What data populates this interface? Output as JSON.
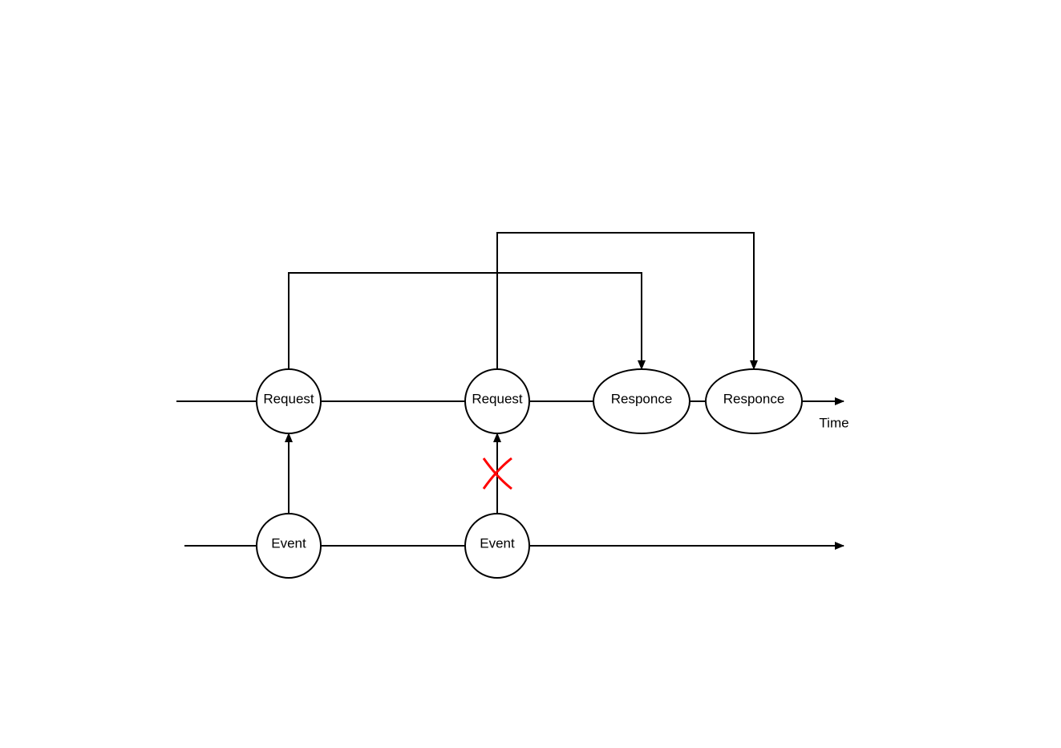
{
  "nodes": {
    "request_1": {
      "label": "Request"
    },
    "request_2": {
      "label": "Request"
    },
    "responce_1": {
      "label": "Responce"
    },
    "responce_2": {
      "label": "Responce"
    },
    "event_1": {
      "label": "Event"
    },
    "event_2": {
      "label": "Event"
    }
  },
  "axis": {
    "time_label": "Time"
  },
  "edges": [
    {
      "from": "event_1",
      "to": "request_1",
      "status": "delivered"
    },
    {
      "from": "event_2",
      "to": "request_2",
      "status": "cancelled"
    },
    {
      "from": "request_1",
      "to": "responce_1",
      "status": "delivered"
    },
    {
      "from": "request_2",
      "to": "responce_2",
      "status": "delivered"
    }
  ],
  "colors": {
    "line": "#000000",
    "cancel_mark": "#ff0000",
    "background": "#ffffff"
  },
  "icons": {
    "cancel": "x-mark-icon",
    "arrow": "arrowhead-icon"
  }
}
